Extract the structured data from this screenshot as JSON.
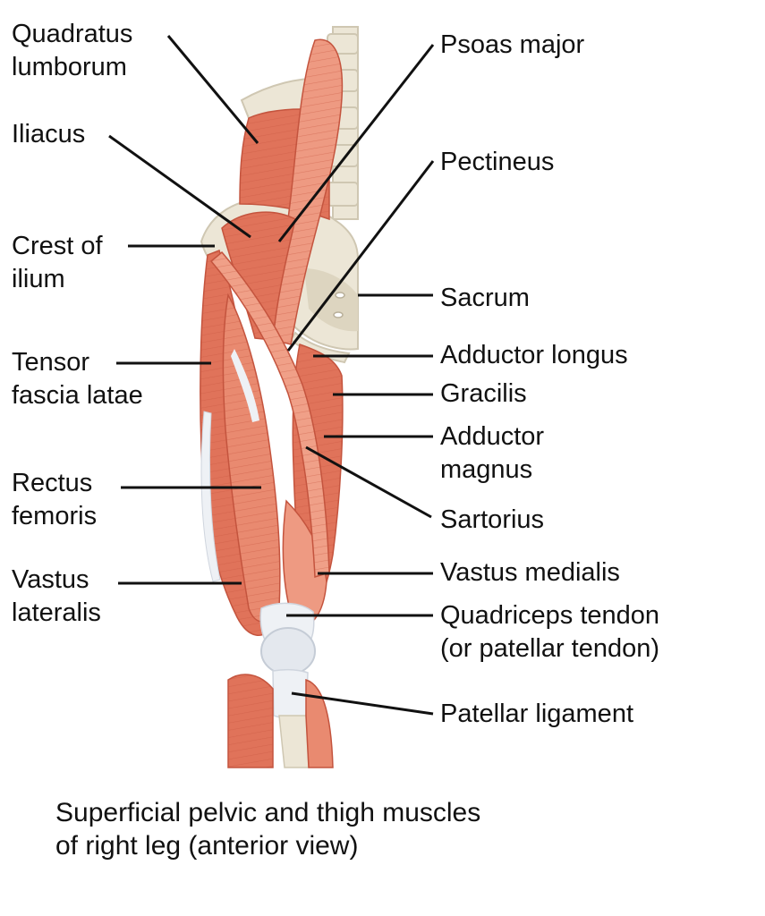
{
  "labels": {
    "quadratus_lumborum": [
      "Quadratus",
      "lumborum"
    ],
    "iliacus": [
      "Iliacus"
    ],
    "crest_of_ilium": [
      "Crest of",
      "ilium"
    ],
    "tensor_fascia_latae": [
      "Tensor",
      "fascia latae"
    ],
    "rectus_femoris": [
      "Rectus",
      "femoris"
    ],
    "vastus_lateralis": [
      "Vastus",
      "lateralis"
    ],
    "psoas_major": [
      "Psoas major"
    ],
    "pectineus": [
      "Pectineus"
    ],
    "sacrum": [
      "Sacrum"
    ],
    "adductor_longus": [
      "Adductor longus"
    ],
    "gracilis": [
      "Gracilis"
    ],
    "adductor_magnus": [
      "Adductor",
      "magnus"
    ],
    "sartorius": [
      "Sartorius"
    ],
    "vastus_medialis": [
      "Vastus medialis"
    ],
    "quadriceps_tendon": [
      "Quadriceps tendon",
      "(or patellar tendon)"
    ],
    "patellar_ligament": [
      "Patellar ligament"
    ]
  },
  "caption": [
    "Superficial pelvic and thigh muscles",
    "of right leg (anterior view)"
  ],
  "colors": {
    "muscle": "#e0735a",
    "muscle_dark": "#c4543e",
    "muscle_light": "#ee9a82",
    "bone": "#ece6d6",
    "bone_shade": "#cfc7b2",
    "tendon": "#eef1f5",
    "leader": "#111111"
  }
}
